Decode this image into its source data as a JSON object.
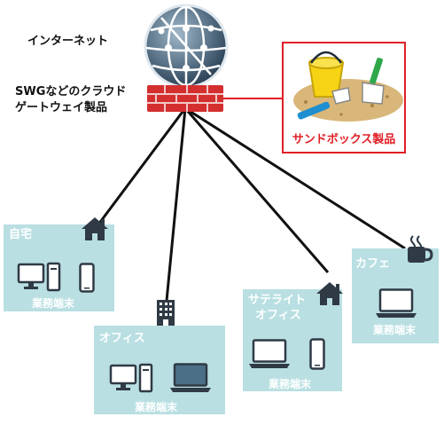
{
  "internet_label": "インターネット",
  "swg_label_line1": "SWGなどのクラウド",
  "swg_label_line2": "ゲートウェイ製品",
  "sandbox_label": "サンドボックス製品",
  "locations": {
    "home": {
      "title": "自宅",
      "device_label": "業務端末"
    },
    "office": {
      "title": "オフィス",
      "device_label": "業務端末"
    },
    "satellite": {
      "title_line1": "サテライト",
      "title_line2": "オフィス",
      "device_label": "業務端末"
    },
    "cafe": {
      "title": "カフェ",
      "device_label": "業務端末"
    }
  },
  "colors": {
    "panel": "#b9dfe2",
    "brick": "#d32f2f",
    "sandbox_border": "#e01f26",
    "line": "#111111"
  }
}
